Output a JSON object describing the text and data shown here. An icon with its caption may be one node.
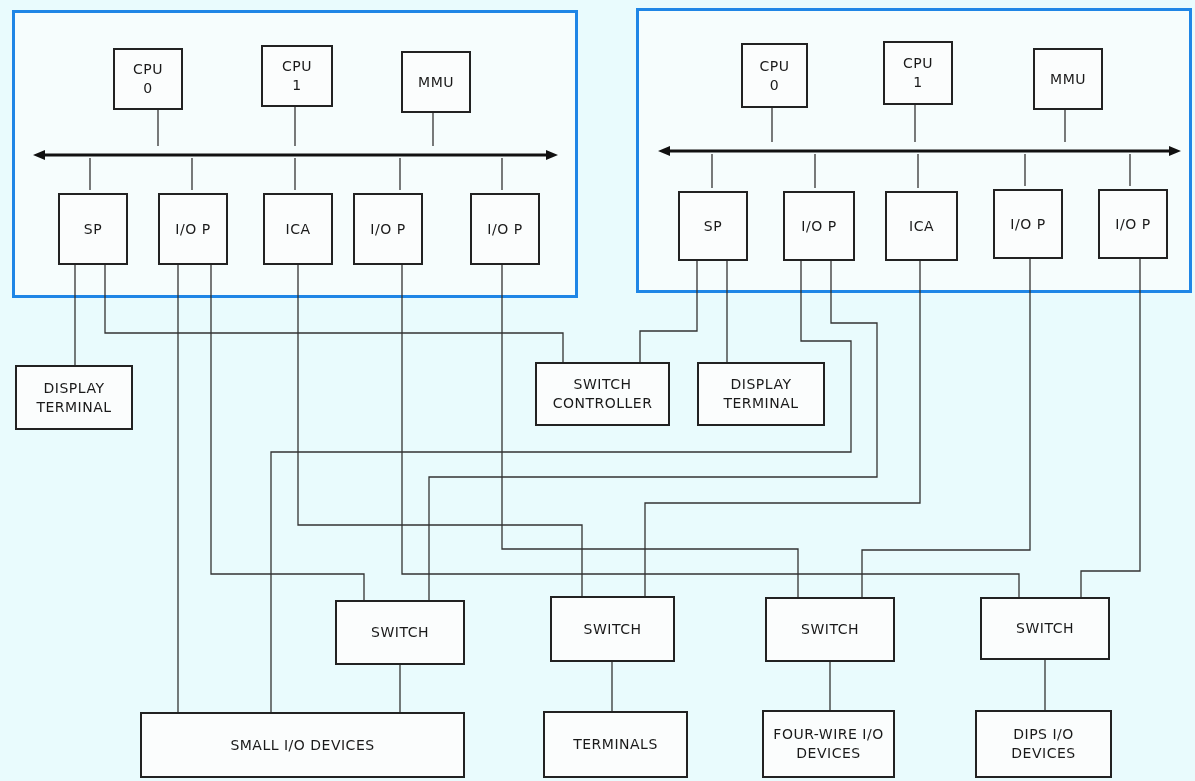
{
  "diagram": {
    "nodes": [
      {
        "text": [],
        "shape": "box"
      },
      {
        "text": [
          "CPU 0"
        ],
        "in": 0
      },
      {
        "text": [
          "CPU 1"
        ],
        "in": 0
      },
      {
        "text": [
          "MMU"
        ],
        "in": 0
      },
      {
        "text": [],
        "shape": "bar",
        "in": 0
      },
      {
        "text": [
          "SP"
        ],
        "in": 0
      },
      {
        "text": [
          "I/O P"
        ],
        "in": 0
      },
      {
        "text": [
          "ICA"
        ],
        "in": 0
      },
      {
        "text": [
          "I/O P"
        ],
        "in": 0
      },
      {
        "text": [
          "I/O P"
        ],
        "in": 0
      },
      {
        "text": [],
        "shape": "box"
      },
      {
        "text": [
          "CPU 0"
        ],
        "in": 10
      },
      {
        "text": [
          "CPU 1"
        ],
        "in": 10
      },
      {
        "text": [
          "MMU"
        ],
        "in": 10
      },
      {
        "text": [],
        "shape": "bar",
        "in": 10
      },
      {
        "text": [
          "SP"
        ],
        "in": 10
      },
      {
        "text": [
          "I/O P"
        ],
        "in": 10
      },
      {
        "text": [
          "ICA"
        ],
        "in": 10
      },
      {
        "text": [
          "I/O P"
        ],
        "in": 10
      },
      {
        "text": [
          "I/O P"
        ],
        "in": 10
      },
      {
        "text": [
          "DISPLAY TERMINAL"
        ]
      },
      {
        "text": [
          "SWITCH CONTROLLER"
        ]
      },
      {
        "text": [
          "DISPLAY TERMINAL"
        ]
      },
      {
        "text": [
          "SWITCH"
        ]
      },
      {
        "text": [
          "SWITCH"
        ]
      },
      {
        "text": [
          "SWITCH"
        ]
      },
      {
        "text": [
          "SWITCH"
        ]
      },
      {
        "text": [
          "SMALL I/O DEVICES"
        ]
      },
      {
        "text": [
          "TERMINALS"
        ]
      },
      {
        "text": [
          "FOUR-WIRE I/O DEVICES"
        ]
      },
      {
        "text": [
          "DIPS I/O DEVICES"
        ]
      }
    ],
    "edges": [
      {
        "from": 1,
        "to": 4,
        "arrow": "none"
      },
      {
        "from": 2,
        "to": 4,
        "arrow": "none"
      },
      {
        "from": 3,
        "to": 4,
        "arrow": "none"
      },
      {
        "from": 4,
        "to": 5,
        "arrow": "none"
      },
      {
        "from": 4,
        "to": 6,
        "arrow": "none"
      },
      {
        "from": 4,
        "to": 7,
        "arrow": "none"
      },
      {
        "from": 4,
        "to": 8,
        "arrow": "none"
      },
      {
        "from": 4,
        "to": 9,
        "arrow": "none"
      },
      {
        "from": 11,
        "to": 14,
        "arrow": "none"
      },
      {
        "from": 12,
        "to": 14,
        "arrow": "none"
      },
      {
        "from": 13,
        "to": 14,
        "arrow": "none"
      },
      {
        "from": 14,
        "to": 15,
        "arrow": "none"
      },
      {
        "from": 14,
        "to": 16,
        "arrow": "none"
      },
      {
        "from": 14,
        "to": 17,
        "arrow": "none"
      },
      {
        "from": 14,
        "to": 18,
        "arrow": "none"
      },
      {
        "from": 14,
        "to": 19,
        "arrow": "none"
      },
      {
        "from": 5,
        "to": 20,
        "arrow": "none"
      },
      {
        "from": 5,
        "to": 21,
        "arrow": "none"
      },
      {
        "from": 6,
        "to": 27,
        "arrow": "none"
      },
      {
        "from": 6,
        "to": 23,
        "arrow": "none"
      },
      {
        "from": 7,
        "to": 24,
        "arrow": "none"
      },
      {
        "from": 8,
        "to": 26,
        "arrow": "none"
      },
      {
        "from": 9,
        "to": 25,
        "arrow": "none"
      },
      {
        "from": 15,
        "to": 21,
        "arrow": "none"
      },
      {
        "from": 15,
        "to": 22,
        "arrow": "none"
      },
      {
        "from": 16,
        "to": 27,
        "arrow": "none"
      },
      {
        "from": 16,
        "to": 23,
        "arrow": "none"
      },
      {
        "from": 17,
        "to": 24,
        "arrow": "none"
      },
      {
        "from": 18,
        "to": 25,
        "arrow": "none"
      },
      {
        "from": 19,
        "to": 26,
        "arrow": "none"
      },
      {
        "from": 23,
        "to": 27,
        "arrow": "none"
      },
      {
        "from": 24,
        "to": 28,
        "arrow": "none"
      },
      {
        "from": 25,
        "to": 29,
        "arrow": "none"
      },
      {
        "from": 26,
        "to": 30,
        "arrow": "none"
      }
    ]
  }
}
